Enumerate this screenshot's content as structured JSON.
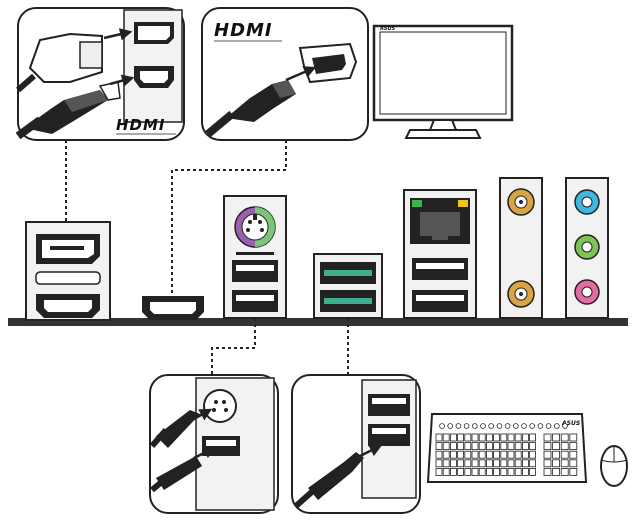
{
  "labels": {
    "hdmi_logo_top_left": "HDMI",
    "hdmi_logo_top_center": "HDMI",
    "monitor_brand": "ASUS",
    "keyboard_brand": "ASUS"
  },
  "colors": {
    "ps2_port": "#9b5fb0",
    "ps2_port_alt": "#7cc47a",
    "usb3_tab": "#3fae8f",
    "antenna_gold": "#d9a441",
    "audio_blue": "#3fb8e0",
    "audio_green": "#7cc455",
    "audio_pink": "#e56aa8",
    "lan_led_green": "#3cb34a",
    "lan_led_yellow": "#f0c419"
  },
  "icons": [
    "monitor-icon",
    "keyboard-icon",
    "mouse-icon",
    "arrow-icon"
  ]
}
